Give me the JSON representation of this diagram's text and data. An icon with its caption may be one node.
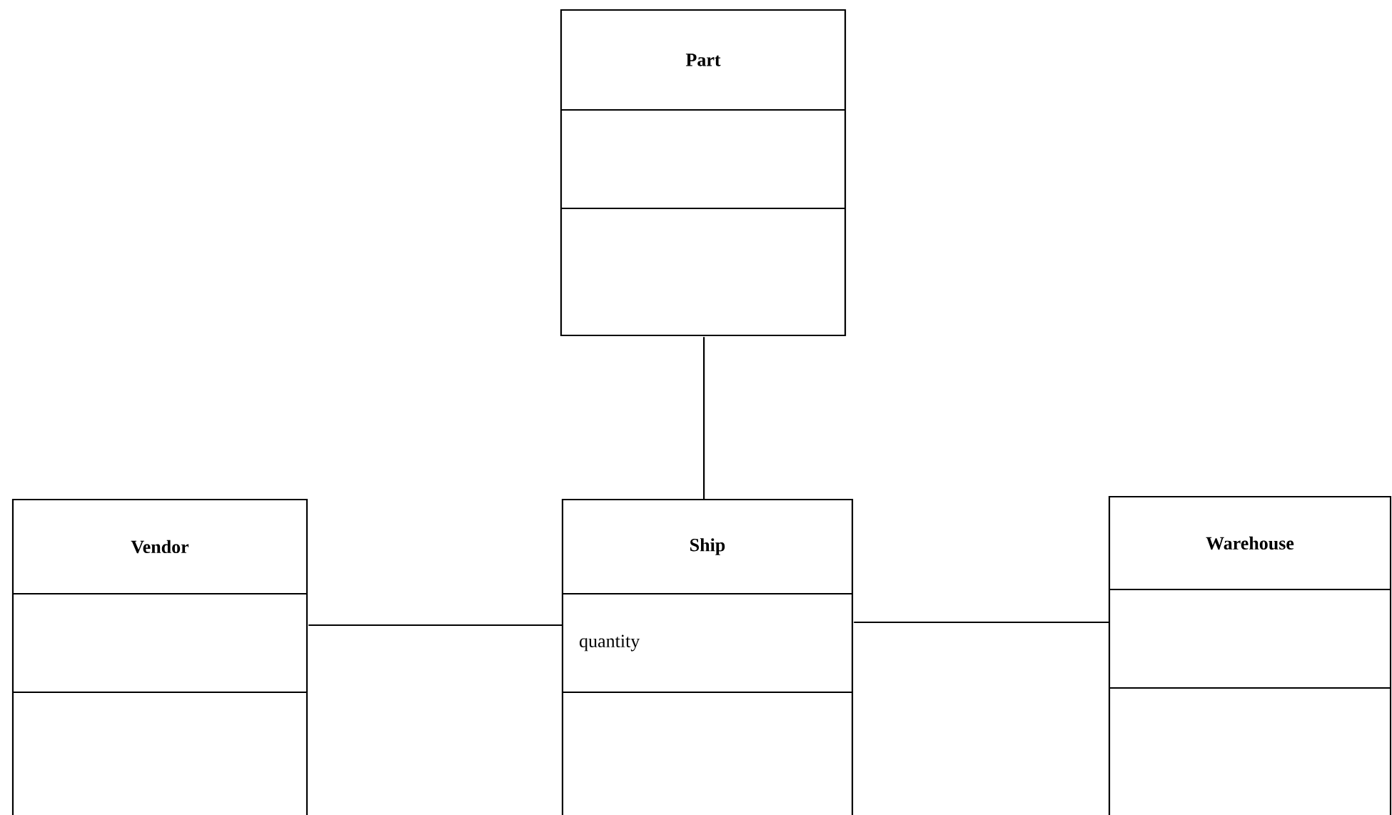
{
  "diagram": {
    "nodes": [
      {
        "text": [
          "Part"
        ]
      },
      {
        "text": [
          "Vendor"
        ]
      },
      {
        "text": [
          "Ship",
          "quantity"
        ]
      },
      {
        "text": [
          "Warehouse"
        ]
      }
    ],
    "edges": [
      {
        "from": 0,
        "to": 2,
        "arrow": "none"
      },
      {
        "from": 1,
        "to": 2,
        "arrow": "none"
      },
      {
        "from": 2,
        "to": 3,
        "arrow": "none"
      }
    ]
  }
}
